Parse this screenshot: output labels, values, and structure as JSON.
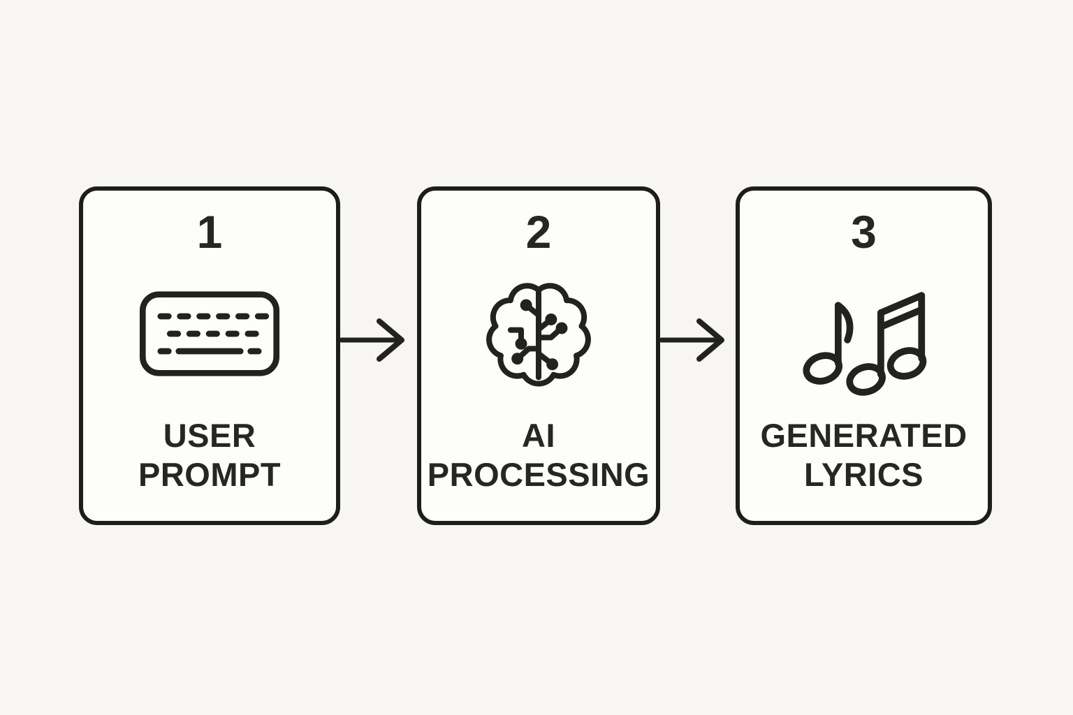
{
  "diagram": {
    "title": "three-step lyrics generation flow",
    "background_color": "#f7f6f4",
    "card_background_color": "#fdfdfc",
    "ink_color": "#222220",
    "text_color": "#262624"
  },
  "steps": [
    {
      "number": "1",
      "icon": "keyboard-icon",
      "label_line1": "USER",
      "label_line2": "PROMPT"
    },
    {
      "number": "2",
      "icon": "brain-circuit-icon",
      "label_line1": "AI",
      "label_line2": "PROCESSING"
    },
    {
      "number": "3",
      "icon": "music-notes-icon",
      "label_line1": "GENERATED",
      "label_line2": "LYRICS"
    }
  ],
  "arrows": [
    {
      "name": "arrow-right-icon",
      "from": "USER PROMPT",
      "to": "AI PROCESSING"
    },
    {
      "name": "arrow-right-icon",
      "from": "AI PROCESSING",
      "to": "GENERATED LYRICS"
    }
  ]
}
